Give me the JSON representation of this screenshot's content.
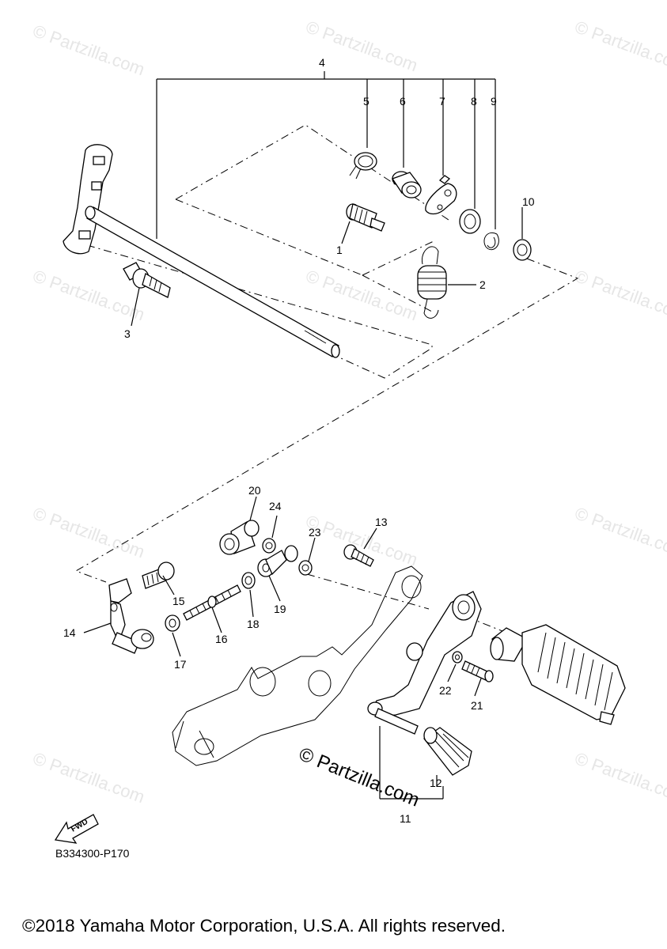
{
  "watermark_text": "© Partzilla.com",
  "big_watermark_text": "© Partzilla.com",
  "diagram_code": "B334300-P170",
  "fwd_label": "FWD",
  "copyright": "©2018 Yamaha Motor Corporation, U.S.A. All rights reserved.",
  "callouts": [
    "1",
    "2",
    "3",
    "4",
    "5",
    "6",
    "7",
    "8",
    "9",
    "10",
    "11",
    "12",
    "13",
    "14",
    "15",
    "16",
    "17",
    "18",
    "19",
    "20",
    "21",
    "22",
    "23",
    "24"
  ]
}
